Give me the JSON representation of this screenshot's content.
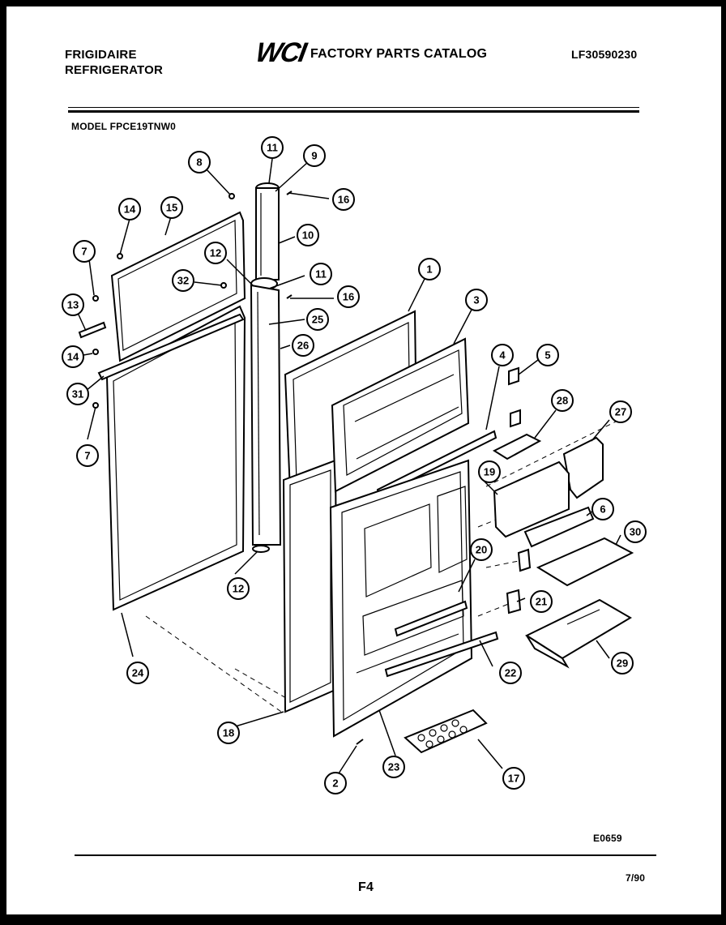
{
  "header": {
    "brand_line1": "FRIGIDAIRE",
    "brand_line2": "REFRIGERATOR",
    "logo_text": "WCI",
    "catalog_title": "FACTORY PARTS CATALOG",
    "catalog_number": "LF30590230"
  },
  "model_label": "MODEL FPCE19TNW0",
  "footer": {
    "diagram_code": "E0659",
    "page": "F4",
    "date": "7/90"
  },
  "callouts": [
    "1",
    "2",
    "3",
    "4",
    "5",
    "6",
    "7",
    "7",
    "8",
    "9",
    "10",
    "11",
    "11",
    "12",
    "12",
    "13",
    "14",
    "14",
    "15",
    "16",
    "16",
    "17",
    "18",
    "19",
    "20",
    "21",
    "22",
    "23",
    "24",
    "25",
    "26",
    "27",
    "28",
    "29",
    "30",
    "31",
    "32"
  ]
}
